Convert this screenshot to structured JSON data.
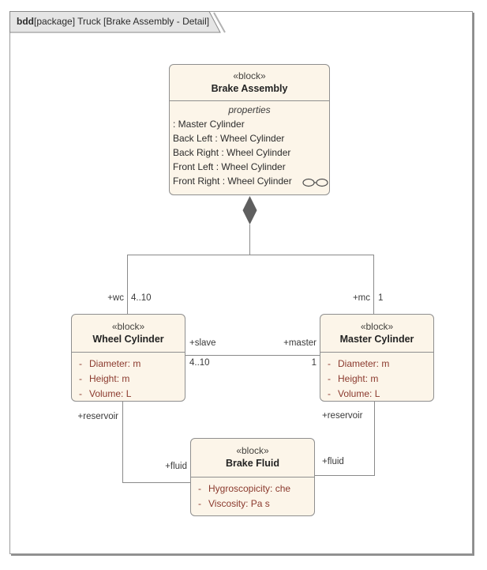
{
  "frame": {
    "tab": {
      "keyword": "bdd",
      "title": "[package] Truck [Brake Assembly - Detail]"
    }
  },
  "blocks": {
    "brake_assembly": {
      "stereotype": "«block»",
      "name": "Brake Assembly",
      "compartment_title": "properties",
      "properties": [
        ": Master Cylinder",
        "Back Left : Wheel Cylinder",
        "Back Right : Wheel Cylinder",
        "Front Left : Wheel Cylinder",
        "Front Right : Wheel Cylinder"
      ]
    },
    "wheel_cylinder": {
      "stereotype": "«block»",
      "name": "Wheel Cylinder",
      "attributes": [
        "Diameter: m",
        "Height: m",
        "Volume: L"
      ]
    },
    "master_cylinder": {
      "stereotype": "«block»",
      "name": "Master Cylinder",
      "attributes": [
        "Diameter: m",
        "Height: m",
        "Volume: L"
      ]
    },
    "brake_fluid": {
      "stereotype": "«block»",
      "name": "Brake Fluid",
      "attributes": [
        "Hygroscopicity: che",
        "Viscosity: Pa s"
      ]
    }
  },
  "ui": {
    "attribute_visibility": "-"
  },
  "connectors": {
    "composition_wc": {
      "role": "+wc",
      "multiplicity": "4..10"
    },
    "composition_mc": {
      "role": "+mc",
      "multiplicity": "1"
    },
    "association": {
      "slave_role": "+slave",
      "slave_multiplicity": "4..10",
      "master_role": "+master",
      "master_multiplicity": "1"
    },
    "wc_to_fluid": {
      "source_role": "+reservoir",
      "target_role": "+fluid"
    },
    "mc_to_fluid": {
      "source_role": "+reservoir",
      "target_role": "+fluid"
    }
  },
  "colors": {
    "block_fill": "#FCF5E9",
    "block_border": "#8F8F8F",
    "attribute_text": "#8B3A2E",
    "connector_line": "#8A8A8A",
    "diamond_fill": "#5F5F5F",
    "tab_fill": "#E5E5E5",
    "text": "#2E2E2E"
  }
}
